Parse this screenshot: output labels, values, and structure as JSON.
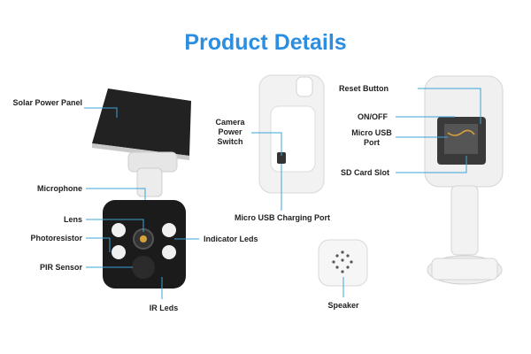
{
  "title": "Product Details",
  "labels": {
    "solar_panel": "Solar Power Panel",
    "microphone": "Microphone",
    "lens": "Lens",
    "photoresistor": "Photoresistor",
    "pir_sensor": "PIR Sensor",
    "ir_leds": "IR Leds",
    "indicator_leds": "Indicator Leds",
    "camera_power_switch": "Camera Power Switch",
    "micro_usb_charging_port": "Micro USB Charging Port",
    "speaker": "Speaker",
    "reset_button": "Reset Button",
    "on_off": "ON/OFF",
    "micro_usb_port": "Micro USB Port",
    "sd_card_slot": "SD Card Slot"
  },
  "colors": {
    "title": "#2b8ee0",
    "leader_line": "#3aa5d8"
  }
}
